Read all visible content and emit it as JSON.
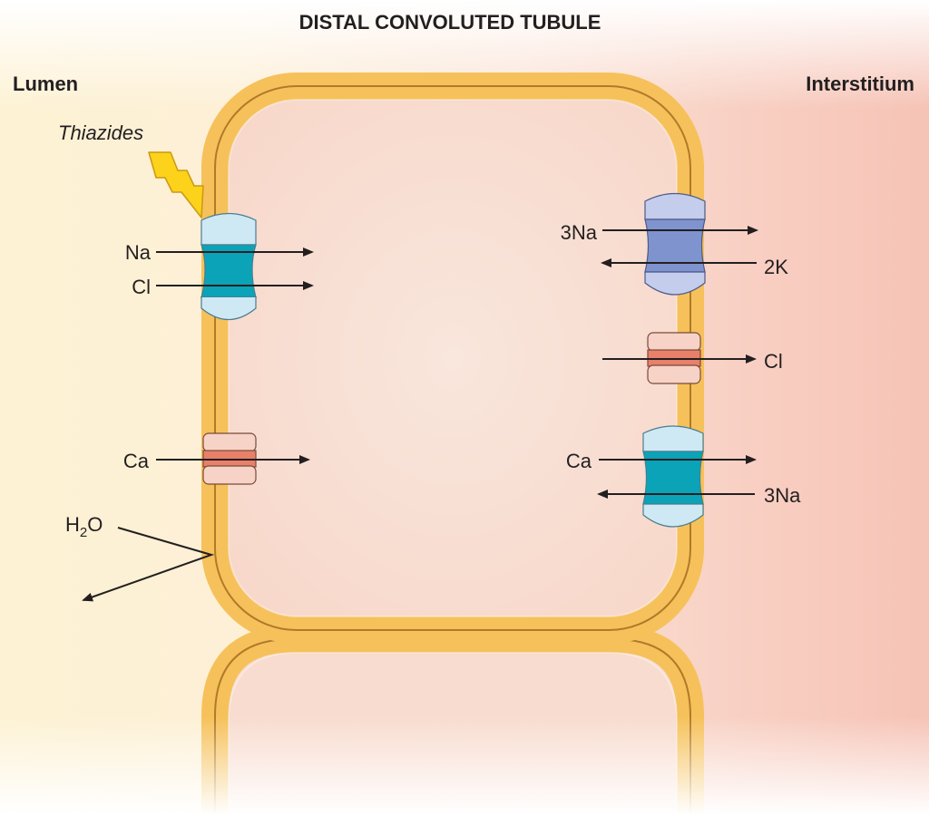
{
  "title": "DISTAL CONVOLUTED TUBULE",
  "regions": {
    "lumen": "Lumen",
    "interstitium": "Interstitium"
  },
  "drug": {
    "name": "Thiazides",
    "icon": "lightning-bolt-icon"
  },
  "apical": {
    "ncc": {
      "ion_1": "Na",
      "ion_2": "Cl"
    },
    "ca_channel": {
      "ion": "Ca"
    },
    "water": {
      "symbol": "H",
      "subscript": "2",
      "suffix": "O"
    }
  },
  "basolateral": {
    "na_k_pump": {
      "ion_out": "3Na",
      "ion_in": "2K"
    },
    "cl_channel": {
      "ion": "Cl"
    },
    "ncx": {
      "ion_out": "Ca",
      "ion_in": "3Na"
    }
  },
  "colors": {
    "membrane": "#f6c15a",
    "membrane_line": "#b07a2a",
    "cell_interior": "#f8ddd0",
    "lumen_bg": "#fdf0cf",
    "interstitium_bg": "#f7c9bd",
    "cotransporter_core": "#0aa3b8",
    "cotransporter_cap": "#cfe9f4",
    "pump_core": "#7f93cf",
    "pump_cap": "#c4cdec",
    "channel_core": "#e8806a",
    "channel_cap": "#f6d3c6",
    "bolt": "#fcd21b",
    "arrow": "#231f20"
  }
}
